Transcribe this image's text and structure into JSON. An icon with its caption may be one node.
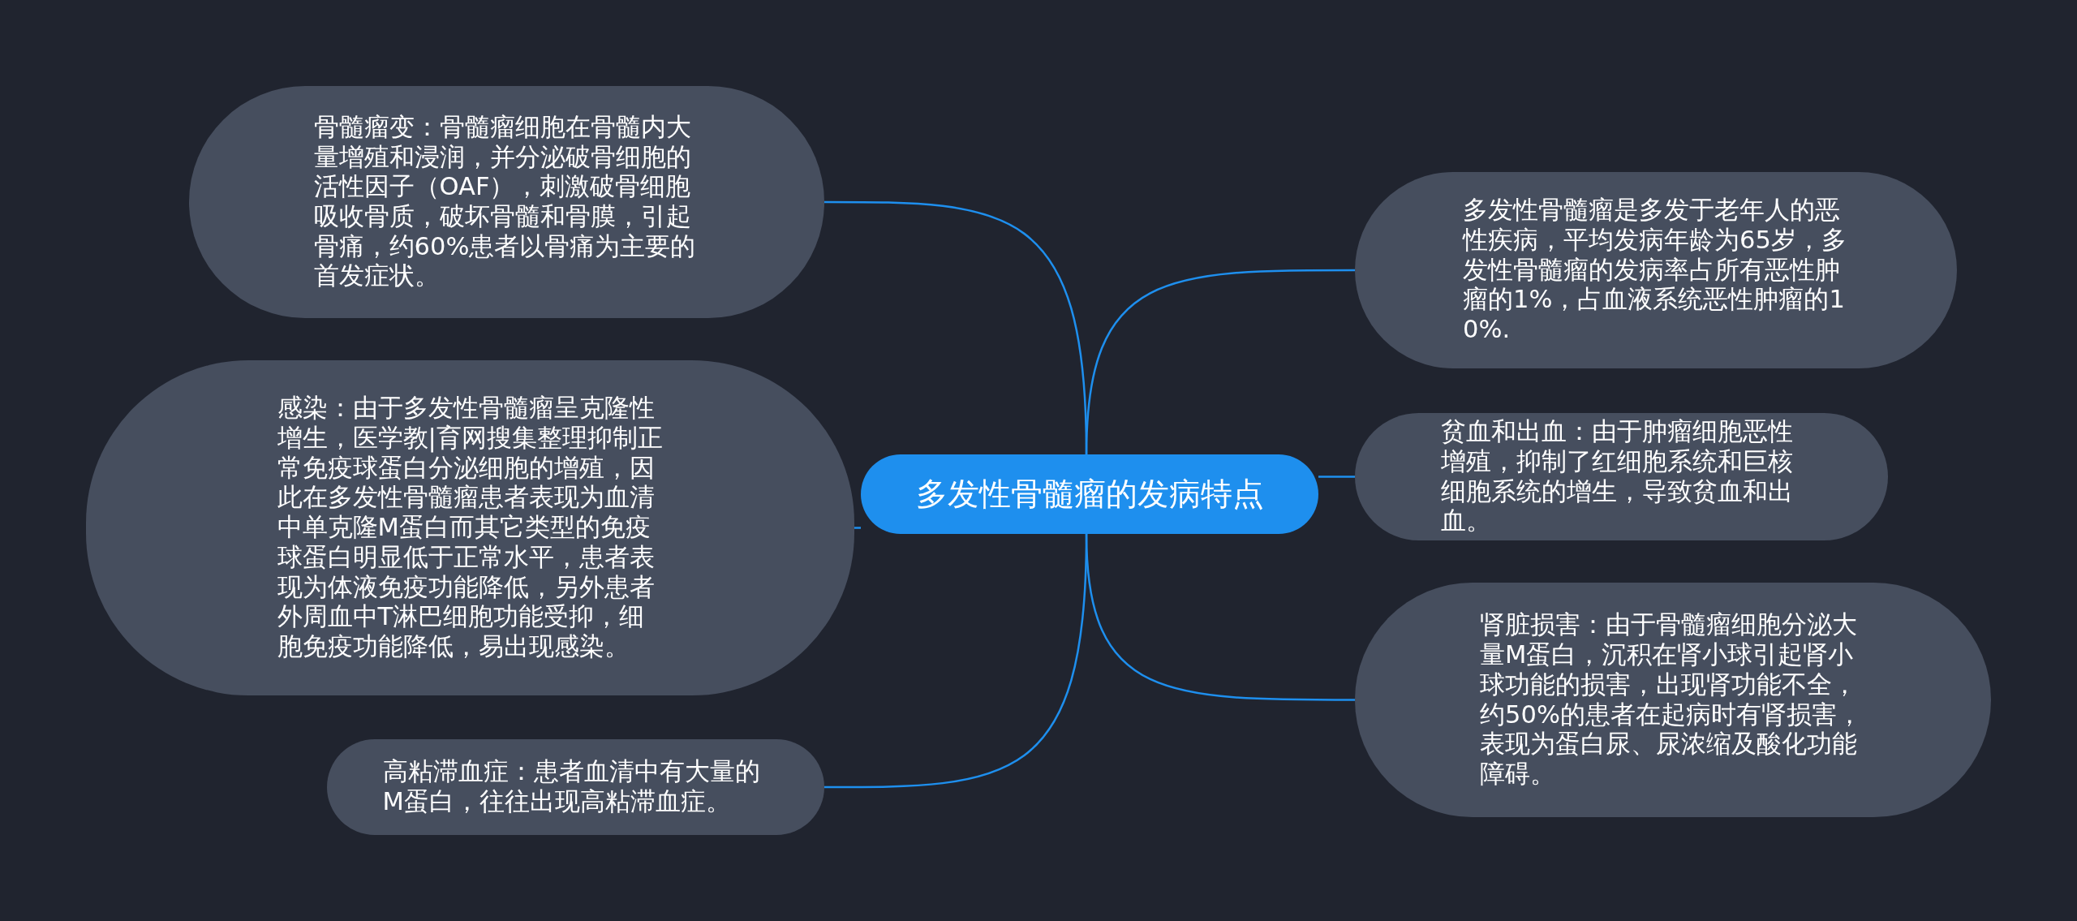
{
  "diagram": {
    "nodes": [
      {
        "text": [
          "多发性骨髓瘤的发病特点"
        ]
      },
      {
        "text": [
          "骨髓瘤变：骨髓瘤细胞在骨髓内大量增殖和浸润，并分泌破骨细胞的活性因子（OAF），刺激破骨细胞吸收骨质，破坏骨髓和骨膜，引起骨痛，约60%患者以骨痛为主要的首发症状。"
        ]
      },
      {
        "text": [
          "感染：由于多发性骨髓瘤呈克隆性增生，医学教|育网搜集整理抑制正常免疫球蛋白分泌细胞的增殖，因此在多发性骨髓瘤患者表现为血清中单克隆M蛋白而其它类型的免疫球蛋白明显低于正常水平，患者表现为体液免疫功能降低，另外患者外周血中T淋巴细胞功能受抑，细胞免疫功能降低，易出现感染。"
        ]
      },
      {
        "text": [
          "高粘滞血症：患者血清中有大量的M蛋白，往往出现高粘滞血症。"
        ]
      },
      {
        "text": [
          "多发性骨髓瘤是多发于老年人的恶性疾病，平均发病年龄为65岁，多发性骨髓瘤的发病率占所有恶性肿瘤的1%，占血液系统恶性肿瘤的10%."
        ]
      },
      {
        "text": [
          "贫血和出血：由于肿瘤细胞恶性增殖，抑制了红细胞系统和巨核细胞系统的增生，导致贫血和出血。"
        ]
      },
      {
        "text": [
          "肾脏损害：由于骨髓瘤细胞分泌大量M蛋白，沉积在肾小球引起肾小球功能的损害，出现肾功能不全，约50%的患者在起病时有肾损害，表现为蛋白尿、尿浓缩及酸化功能障碍。"
        ]
      }
    ],
    "edges": [
      {
        "from": 0,
        "to": 1,
        "arrow": "none"
      },
      {
        "from": 0,
        "to": 2,
        "arrow": "none"
      },
      {
        "from": 0,
        "to": 3,
        "arrow": "none"
      },
      {
        "from": 0,
        "to": 4,
        "arrow": "none"
      },
      {
        "from": 0,
        "to": 5,
        "arrow": "none"
      },
      {
        "from": 0,
        "to": 6,
        "arrow": "none"
      }
    ]
  }
}
